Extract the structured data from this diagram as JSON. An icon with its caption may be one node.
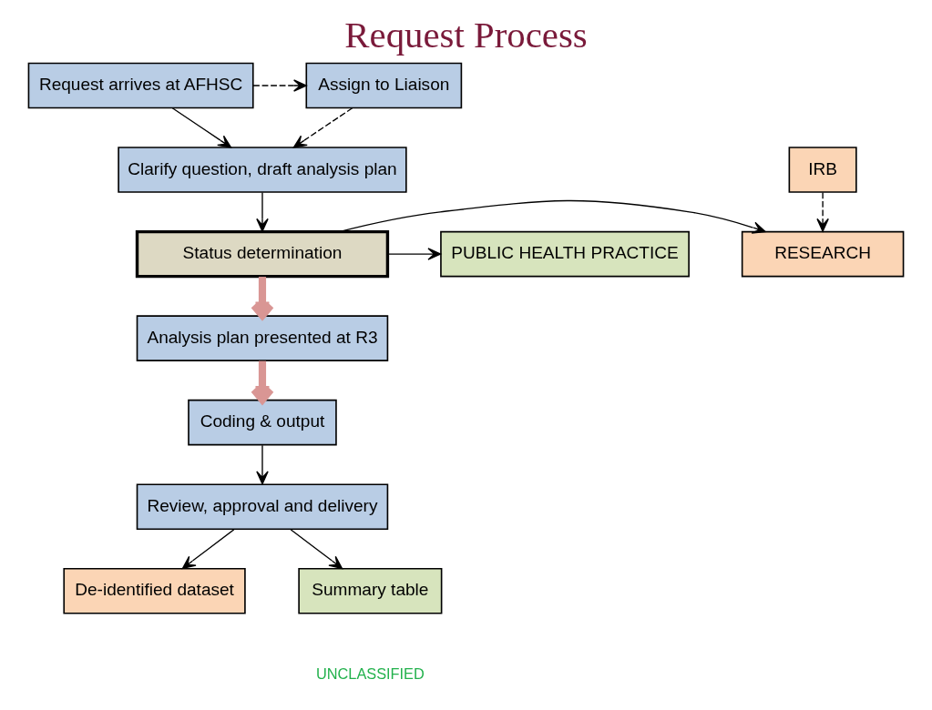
{
  "diagram": {
    "title": "Request Process",
    "nodes": [
      {
        "text": [
          "Request arrives at AFHSC"
        ]
      },
      {
        "text": [
          "Assign to Liaison"
        ]
      },
      {
        "text": [
          "Clarify question, draft analysis plan"
        ]
      },
      {
        "text": [
          "Status determination"
        ]
      },
      {
        "text": [
          "RESEARCH"
        ]
      },
      {
        "text": [
          "PUBLIC HEALTH PRACTICE"
        ]
      },
      {
        "text": [
          "IRB"
        ]
      },
      {
        "text": [
          "Analysis plan presented at R3"
        ]
      },
      {
        "text": [
          "Coding & output"
        ]
      },
      {
        "text": [
          "Review, approval and delivery"
        ]
      },
      {
        "text": [
          "De-identified dataset"
        ]
      },
      {
        "text": [
          "Summary table"
        ]
      }
    ],
    "edges": [
      {
        "from": 0,
        "to": 1,
        "arrow": "to",
        "style": "dashed"
      },
      {
        "from": 1,
        "to": 2,
        "arrow": "to",
        "style": "dashed"
      },
      {
        "from": 0,
        "to": 2,
        "arrow": "to"
      },
      {
        "from": 2,
        "to": 3,
        "arrow": "to"
      },
      {
        "from": 3,
        "to": 4,
        "arrow": "to"
      },
      {
        "from": 3,
        "to": 5,
        "arrow": "to"
      },
      {
        "from": 6,
        "to": 4,
        "arrow": "to",
        "style": "dashed"
      },
      {
        "from": 3,
        "to": 7,
        "arrow": "to",
        "style": "thick",
        "color": "#d99694"
      },
      {
        "from": 7,
        "to": 8,
        "arrow": "to",
        "style": "thick",
        "color": "#d99694"
      },
      {
        "from": 8,
        "to": 9,
        "arrow": "to"
      },
      {
        "from": 9,
        "to": 10,
        "arrow": "to"
      },
      {
        "from": 9,
        "to": 11,
        "arrow": "to"
      }
    ],
    "labels": [
      "UNCLASSIFIED"
    ]
  }
}
